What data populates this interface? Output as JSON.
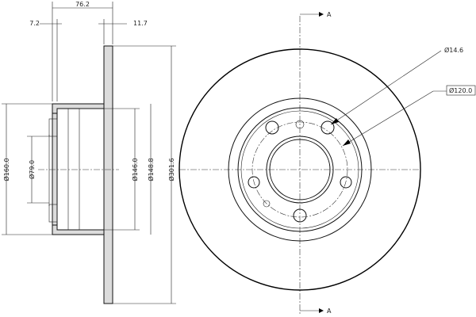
{
  "side_view": {
    "dim_width": "76.2",
    "dim_hat_offset": "7.2",
    "dim_thickness": "11.7",
    "dim_outer_hat": "Ø160.0",
    "dim_center_bore": "Ø79.0",
    "dim_inner_hat": "Ø146.0",
    "dim_hat_diameter": "Ø148.8",
    "dim_disc_diameter": "Ø301.6"
  },
  "front_view": {
    "section_label_top": "A",
    "section_label_bottom": "A",
    "dim_bolt_hole": "Ø14.6",
    "dim_pcd": "Ø120.0"
  },
  "colors": {
    "line": "#000000",
    "fill": "#dcdcdc",
    "background": "#ffffff"
  }
}
